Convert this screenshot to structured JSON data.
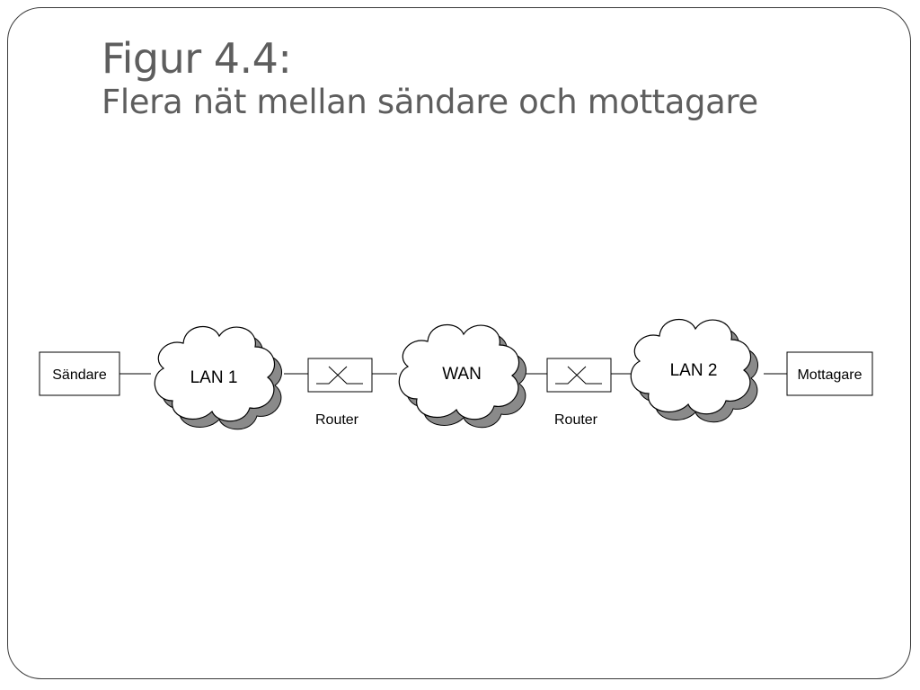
{
  "title": {
    "line1": "Figur 4.4:",
    "line2": "Flera nät mellan sändare och mottagare"
  },
  "diagram": {
    "sender": "Sändare",
    "lan1": "LAN 1",
    "router1": "Router",
    "wan": "WAN",
    "router2": "Router",
    "lan2": "LAN 2",
    "receiver": "Mottagare"
  }
}
